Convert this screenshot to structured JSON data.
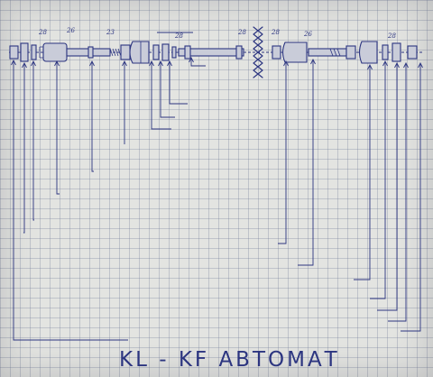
{
  "diagram": {
    "side_labels": {
      "right": "",
      "left": ""
    },
    "top_note": "",
    "shaft_numbers": [
      "28",
      "26",
      "23",
      "28",
      "28",
      "28",
      "26",
      "28"
    ],
    "title": "KL - KF  АВТОМАТ",
    "part_labels": [
      "",
      "",
      "",
      "",
      "",
      "",
      "",
      "",
      "",
      "",
      "",
      "",
      "",
      "",
      "",
      "",
      "",
      "",
      "",
      "",
      "",
      "",
      "",
      "",
      "",
      "",
      ""
    ]
  }
}
